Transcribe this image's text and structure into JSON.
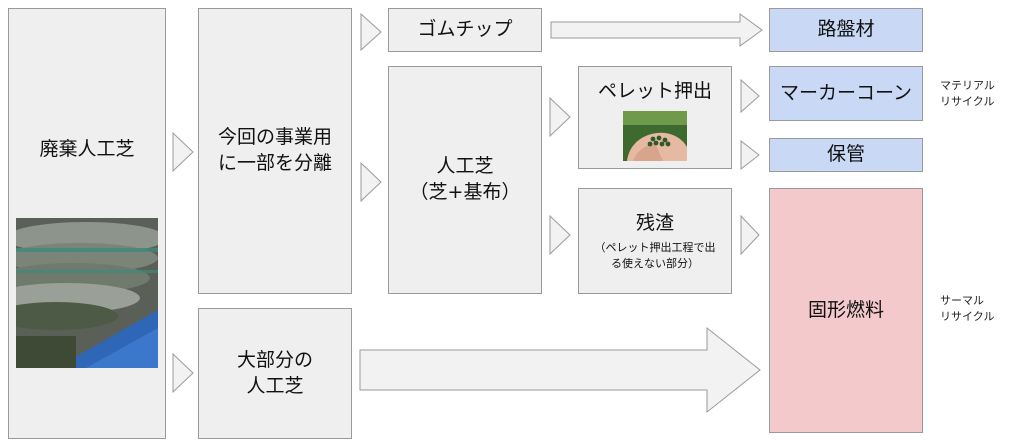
{
  "nodes": {
    "waste_turf": "廃棄人工芝",
    "partial": "今回の事業用\nに一部を分離",
    "majority": "大部分の\n人工芝",
    "rubber_chip": "ゴムチップ",
    "turf_base": "人工芝\n（芝+基布）",
    "pellet": "ペレット押出",
    "residue": "残渣",
    "residue_note": "（ペレット押出工程で出\nる使えない部分）",
    "roadbed": "路盤材",
    "marker_cone": "マーカーコーン",
    "storage": "保管",
    "solid_fuel": "固形燃料"
  },
  "notes": {
    "material": "マテリアル\nリサイクル",
    "thermal": "サーマル\nリサイクル"
  },
  "colors": {
    "box_gray": "#efefef",
    "box_blue": "#c9d8f5",
    "box_pink": "#f4c9cc",
    "border": "#9a9a9a"
  }
}
